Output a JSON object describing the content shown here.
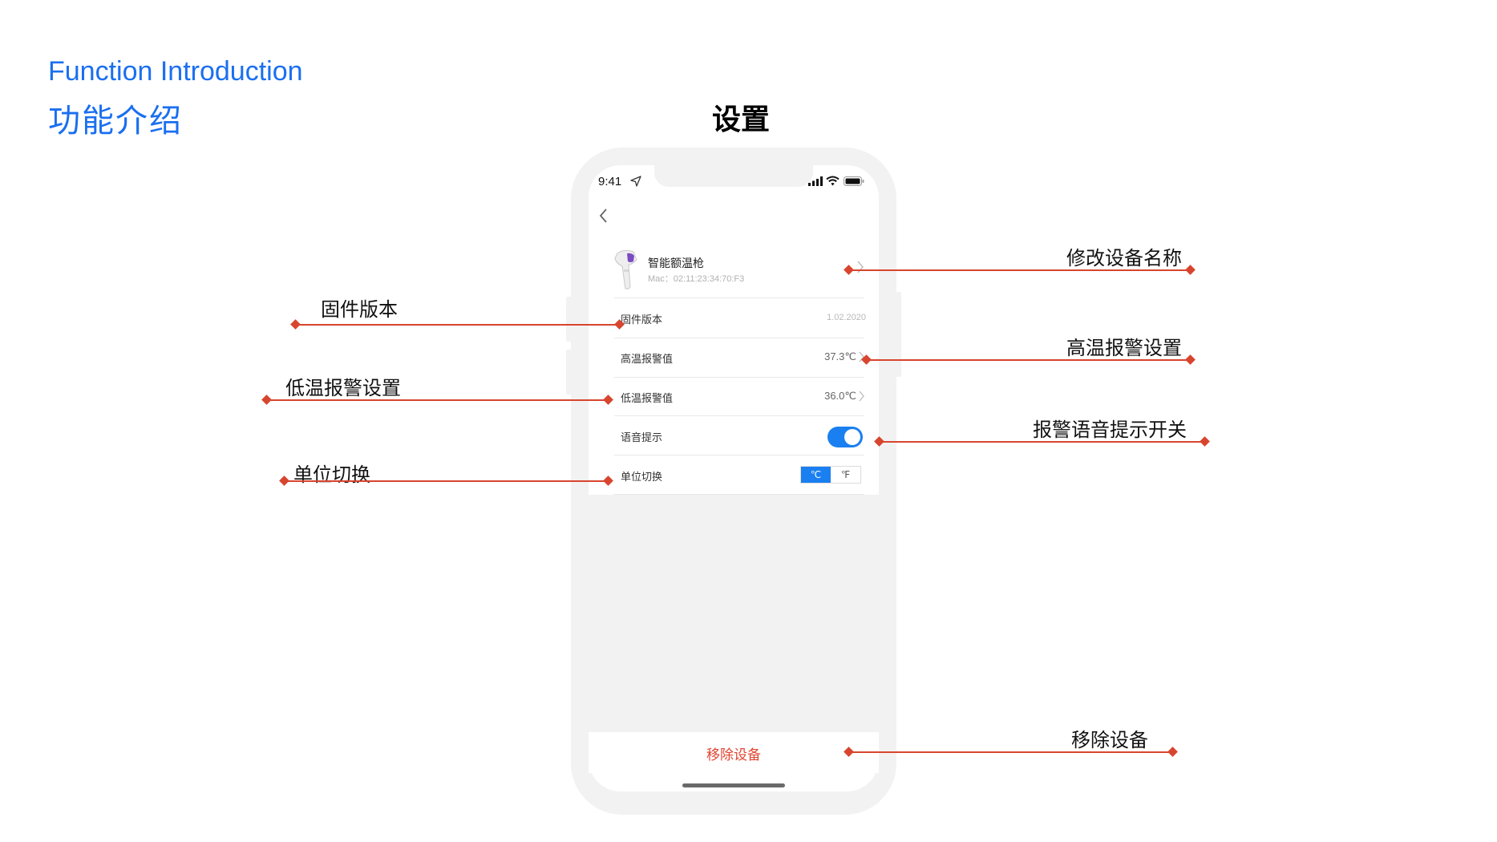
{
  "header": {
    "title_en": "Function Introduction",
    "title_cn": "功能介绍",
    "page_heading": "设置"
  },
  "status_bar": {
    "time": "9:41"
  },
  "device": {
    "name": "智能额温枪",
    "mac": "Mac：02:11:23:34:70:F3"
  },
  "settings": [
    {
      "label": "固件版本",
      "value": "1.02.2020"
    },
    {
      "label": "高温报警值",
      "value": "37.3℃"
    },
    {
      "label": "低温报警值",
      "value": "36.0℃"
    },
    {
      "label": "语音提示",
      "toggle_on": true
    },
    {
      "label": "单位切换",
      "options": [
        "℃",
        "℉"
      ],
      "selected": "℃"
    }
  ],
  "remove_button": "移除设备",
  "annotations": {
    "rename": "修改设备名称",
    "firmware": "固件版本",
    "high_temp": "高温报警设置",
    "low_temp": "低温报警设置",
    "voice": "报警语音提示开关",
    "unit": "单位切换",
    "remove": "移除设备"
  },
  "colors": {
    "accent_blue": "#1a6ff0",
    "toggle_blue": "#1a7ff0",
    "annotation_red": "#d8452e",
    "remove_red": "#e0442f"
  },
  "icons": [
    "location-arrow-icon",
    "signal-icon",
    "wifi-icon",
    "battery-icon",
    "back-chevron-icon",
    "chevron-right-icon",
    "thermometer-gun-image"
  ]
}
